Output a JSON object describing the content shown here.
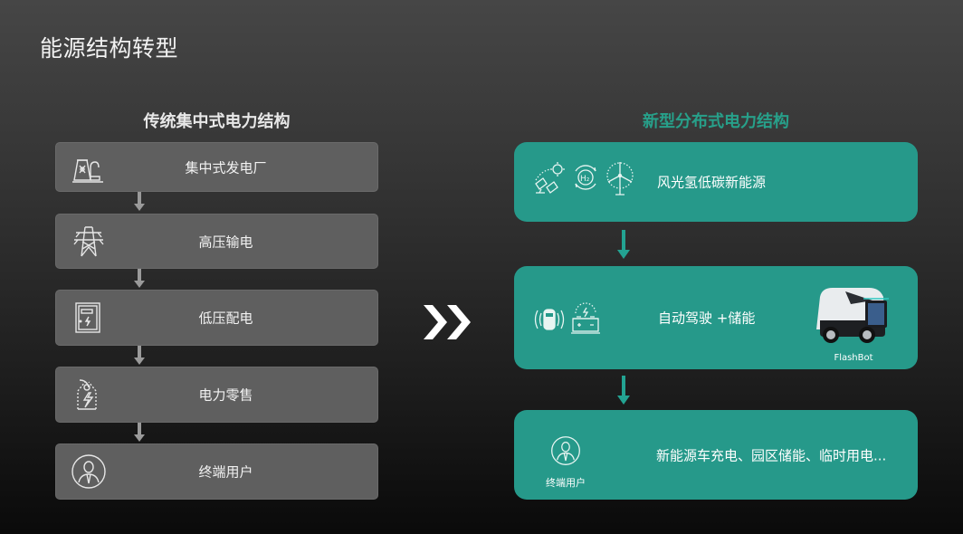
{
  "title": "能源结构转型",
  "left_column": {
    "heading": "传统集中式电力结构",
    "steps": [
      {
        "label": "集中式发电厂",
        "icon": "power-plant-icon"
      },
      {
        "label": "高压输电",
        "icon": "transmission-tower-icon"
      },
      {
        "label": "低压配电",
        "icon": "distribution-cabinet-icon"
      },
      {
        "label": "电力零售",
        "icon": "electricity-tag-icon"
      },
      {
        "label": "终端用户",
        "icon": "user-icon"
      }
    ]
  },
  "transition_icon": "double-chevron-right-icon",
  "right_column": {
    "heading": "新型分布式电力结构",
    "steps": [
      {
        "label": "风光氢低碳新能源",
        "icons": [
          "solar-panel-icon",
          "hydrogen-cycle-icon",
          "wind-turbine-icon"
        ]
      },
      {
        "label": "自动驾驶 +储能",
        "icons": [
          "autonomous-car-icon",
          "battery-icon"
        ],
        "product_caption": "FlashBot"
      },
      {
        "label": "新能源车充电、园区储能、临时用电...",
        "icons": [
          "user-icon"
        ],
        "icon_caption": "终端用户"
      }
    ]
  },
  "colors": {
    "teal": "#26998a",
    "teal_heading": "#27a08a",
    "grey_box": "#5f5f5f"
  }
}
